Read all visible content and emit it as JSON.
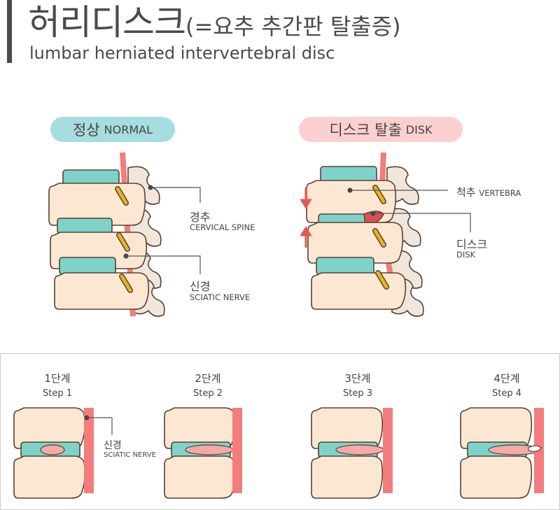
{
  "header": {
    "title": "허리디스크",
    "title_suffix": "(=요추 추간판 탈출증)",
    "subtitle": "lumbar herniated intervertebral disc"
  },
  "normal": {
    "pill_ko": "정상",
    "pill_en": "NORMAL",
    "label_spine_ko": "경추",
    "label_spine_en": "CERVICAL SPINE",
    "label_nerve_ko": "신경",
    "label_nerve_en": "SCIATIC NERVE"
  },
  "disk": {
    "pill_ko": "디스크 탈출",
    "pill_en": "DISK",
    "label_vertebra_ko": "척추",
    "label_vertebra_en": "VERTEBRA",
    "label_disk_ko": "디스크",
    "label_disk_en": "DISK"
  },
  "stages": {
    "items": [
      {
        "ko": "1단계",
        "en": "Step 1"
      },
      {
        "ko": "2단계",
        "en": "Step 2"
      },
      {
        "ko": "3단계",
        "en": "Step 3"
      },
      {
        "ko": "4단계",
        "en": "Step 4"
      }
    ],
    "nerve_ko": "신경",
    "nerve_en": "SCIATIC NERVE"
  },
  "colors": {
    "bone": "#fce8d2",
    "disc": "#7ed3c9",
    "nerve": "#f47c7c",
    "nucleus": "#f7a9a8",
    "process": "#f1e6dc",
    "outline": "#5a4030",
    "arrow": "#e85555"
  }
}
